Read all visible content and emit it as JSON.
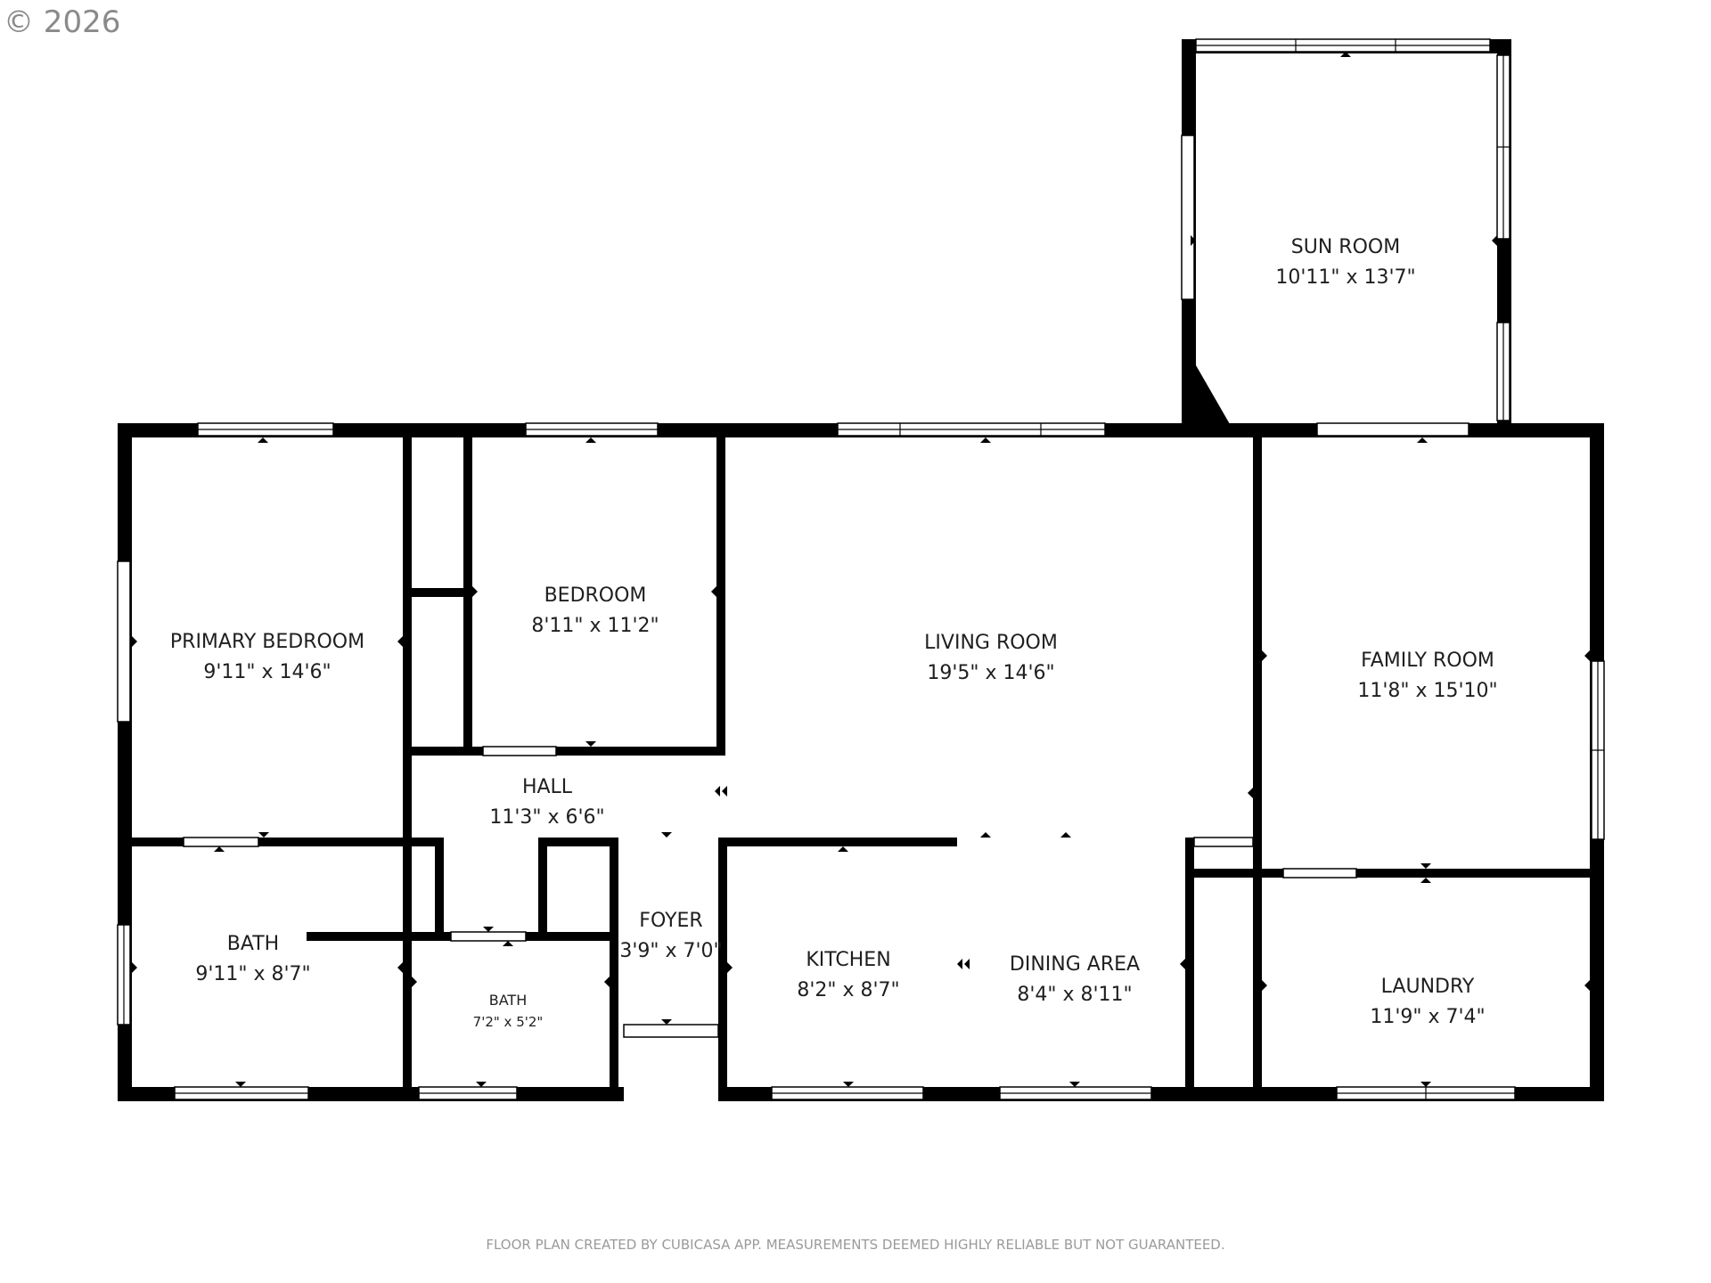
{
  "copyright": "© 2026",
  "footer": "FLOOR PLAN CREATED BY CUBICASA APP. MEASUREMENTS DEEMED HIGHLY RELIABLE BUT NOT GUARANTEED.",
  "rooms": {
    "sun_room": {
      "name": "SUN ROOM",
      "dim": "10'11\" x 13'7\""
    },
    "primary_bedroom": {
      "name": "PRIMARY BEDROOM",
      "dim": "9'11\" x 14'6\""
    },
    "bedroom": {
      "name": "BEDROOM",
      "dim": "8'11\" x 11'2\""
    },
    "living_room": {
      "name": "LIVING ROOM",
      "dim": "19'5\" x 14'6\""
    },
    "family_room": {
      "name": "FAMILY ROOM",
      "dim": "11'8\" x 15'10\""
    },
    "hall": {
      "name": "HALL",
      "dim": "11'3\" x 6'6\""
    },
    "bath_main": {
      "name": "BATH",
      "dim": "9'11\" x 8'7\""
    },
    "bath_small": {
      "name": "BATH",
      "dim": "7'2\" x 5'2\""
    },
    "foyer": {
      "name": "FOYER",
      "dim": "3'9\" x 7'0\""
    },
    "kitchen": {
      "name": "KITCHEN",
      "dim": "8'2\" x 8'7\""
    },
    "dining_area": {
      "name": "DINING AREA",
      "dim": "8'4\" x 8'11\""
    },
    "laundry": {
      "name": "LAUNDRY",
      "dim": "11'9\" x 7'4\""
    }
  }
}
